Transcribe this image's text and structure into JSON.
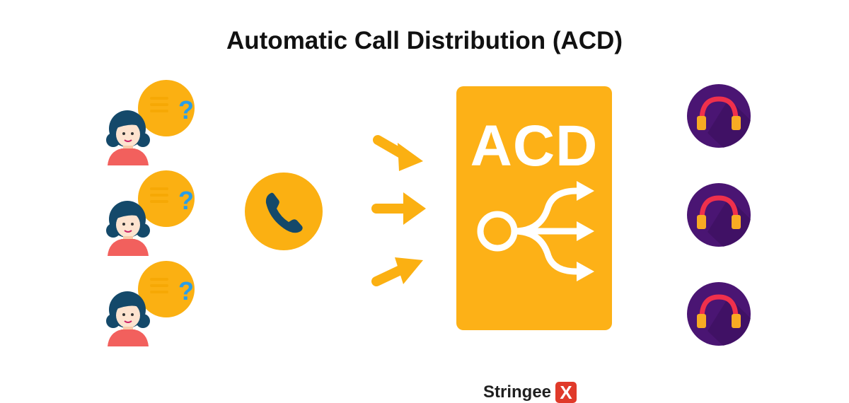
{
  "title": "Automatic Call Distribution (ACD)",
  "acd_label": "ACD",
  "brand": {
    "name": "Stringee",
    "mark": "X"
  },
  "callers": [
    {
      "icon": "caller-with-question-icon"
    },
    {
      "icon": "caller-with-question-icon"
    },
    {
      "icon": "caller-with-question-icon"
    }
  ],
  "agents": [
    {
      "icon": "headset-icon"
    },
    {
      "icon": "headset-icon"
    },
    {
      "icon": "headset-icon"
    }
  ],
  "colors": {
    "orange": "#fbb012",
    "card": "#fdb117",
    "agent_purple": "#4a1573",
    "headset_red": "#f0304c",
    "headset_pad": "#f8ab23",
    "hair": "#14496a",
    "shirt": "#f2605d",
    "question": "#2b9ee6"
  }
}
